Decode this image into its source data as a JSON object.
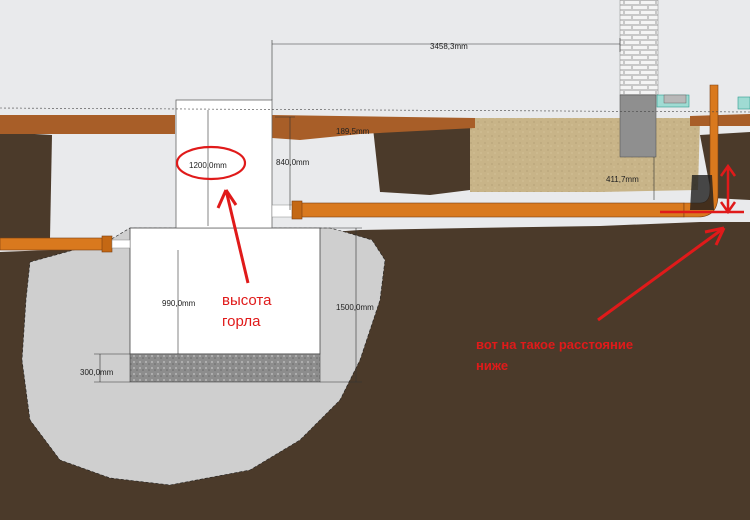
{
  "dimensions": {
    "top_span": "3458,3mm",
    "neck_inside": "1200,0mm",
    "neck_outer": "840,0mm",
    "top_layer": "189,5mm",
    "small_right": "411,7mm",
    "tank_height": "990,0mm",
    "pit_depth": "1500,0mm",
    "base_slab": "300,0mm"
  },
  "annotations": {
    "neck_line1": "высота",
    "neck_line2": "горла",
    "right_line1": "вот на такое расстояние",
    "right_line2": "ниже"
  },
  "colors": {
    "soil": "#4d3c2b",
    "sand": "#c5b186",
    "pipe": "#d9791e",
    "concrete": "#ffffff",
    "red": "#e01a1a"
  }
}
